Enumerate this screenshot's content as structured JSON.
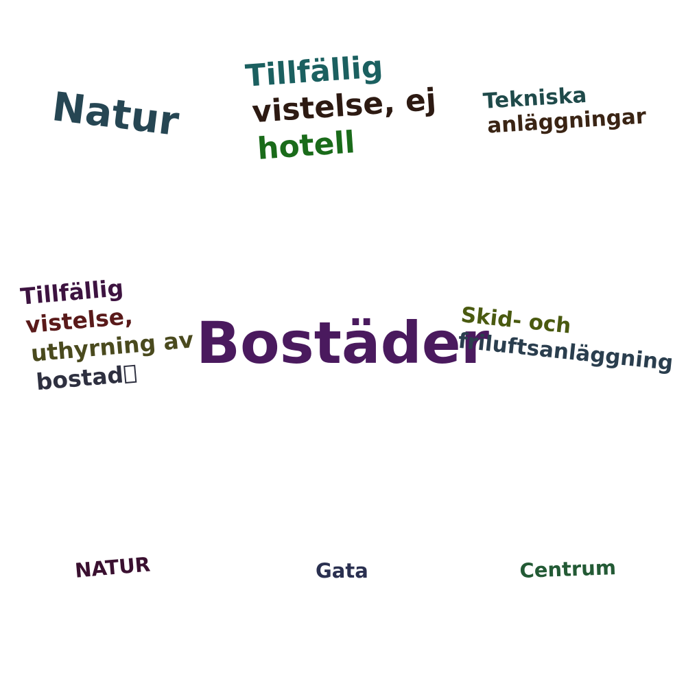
{
  "words": {
    "natur": {
      "text": "Natur",
      "color": "#264653"
    },
    "tillfallig_hotell": {
      "line1": "Tillfällig",
      "line2": "vistelse, ej",
      "line3": "hotell",
      "color1": "#1b6060",
      "color2": "#2d1a12",
      "color3": "#1a6b1a"
    },
    "tekniska": {
      "line1": "Tekniska",
      "line2": "anläggningar",
      "color1": "#1f4a4a",
      "color2": "#3a2414"
    },
    "tillfallig_bostad": {
      "line1": "Tillfällig",
      "line2": "vistelse,",
      "line3": "uthyrning av",
      "line4": "bostad",
      "color1": "#3d1340",
      "color2": "#5a1a1a",
      "color3": "#4a4a1e",
      "color4": "#2e3040"
    },
    "bostader": {
      "text": "Bostäder",
      "color": "#4a1a5e"
    },
    "skid": {
      "line1": "Skid- och",
      "line2": "friluftsanläggning",
      "color1": "#4a5a10",
      "color2": "#2a3e4e"
    },
    "natur_caps": {
      "text": "NATUR",
      "color": "#3a1030"
    },
    "gata": {
      "text": "Gata",
      "color": "#2a3050"
    },
    "centrum": {
      "text": "Centrum",
      "color": "#235a35"
    }
  }
}
